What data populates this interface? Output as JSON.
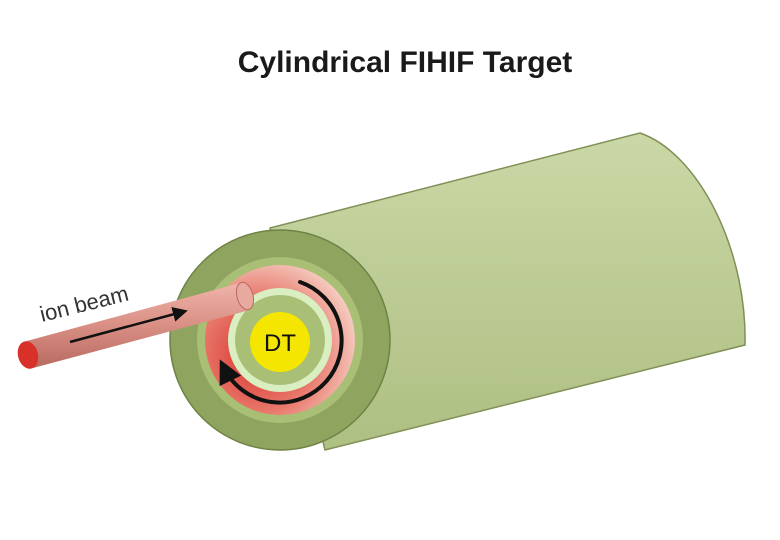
{
  "title": "Cylindrical FIHIF Target",
  "labels": {
    "beam": "ion beam",
    "core": "DT"
  },
  "colors": {
    "cylinder_body": "#bfcd98",
    "cylinder_end": "#8fa45e",
    "inner_green": "#a9bf75",
    "heated_layer": "#e07b6f",
    "hot_spot": "#d8312a",
    "fuel_core": "#f4e600",
    "beam": "#d98f84",
    "arrow": "#111111"
  }
}
